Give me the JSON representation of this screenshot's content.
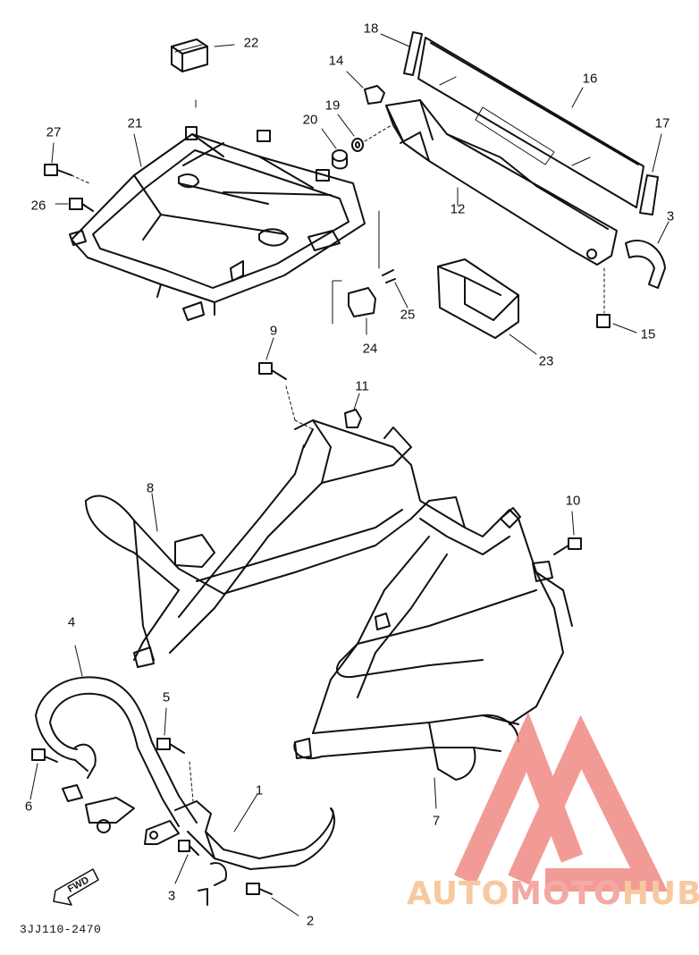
{
  "callouts": {
    "c1": "1",
    "c2": "2",
    "c3a": "3",
    "c3b": "3",
    "c4": "4",
    "c5": "5",
    "c6": "6",
    "c7": "7",
    "c8": "8",
    "c9": "9",
    "c10": "10",
    "c11": "11",
    "c12": "12",
    "c14": "14",
    "c15": "15",
    "c16": "16",
    "c17": "17",
    "c18": "18",
    "c19": "19",
    "c20": "20",
    "c21": "21",
    "c22": "22",
    "c23": "23",
    "c24": "24",
    "c25": "25",
    "c26": "26",
    "c27": "27"
  },
  "fwd_arrow_label": "FWD",
  "drawing_code": "3JJ110-2470",
  "watermark": {
    "part1": "AUTO",
    "part2": "MOTO",
    "part3": "HUB"
  },
  "colors": {
    "line": "#111111",
    "watermark_red": "#f08a84",
    "watermark_orange": "#f7c9a0"
  }
}
